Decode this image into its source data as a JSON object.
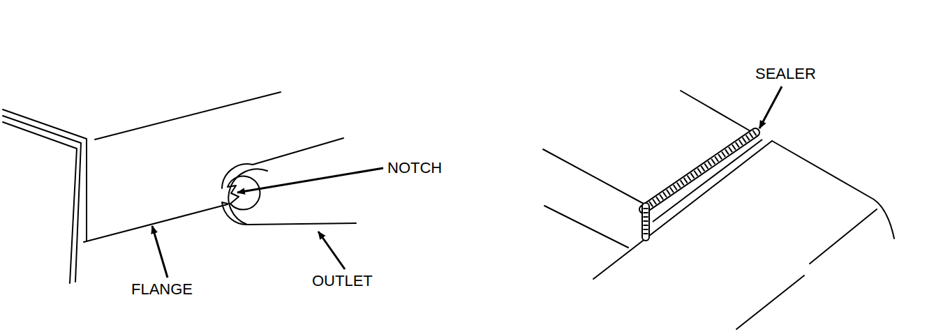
{
  "diagram": {
    "labels": [
      "NOTCH",
      "FLANGE",
      "OUTLET",
      "SEALER"
    ]
  }
}
